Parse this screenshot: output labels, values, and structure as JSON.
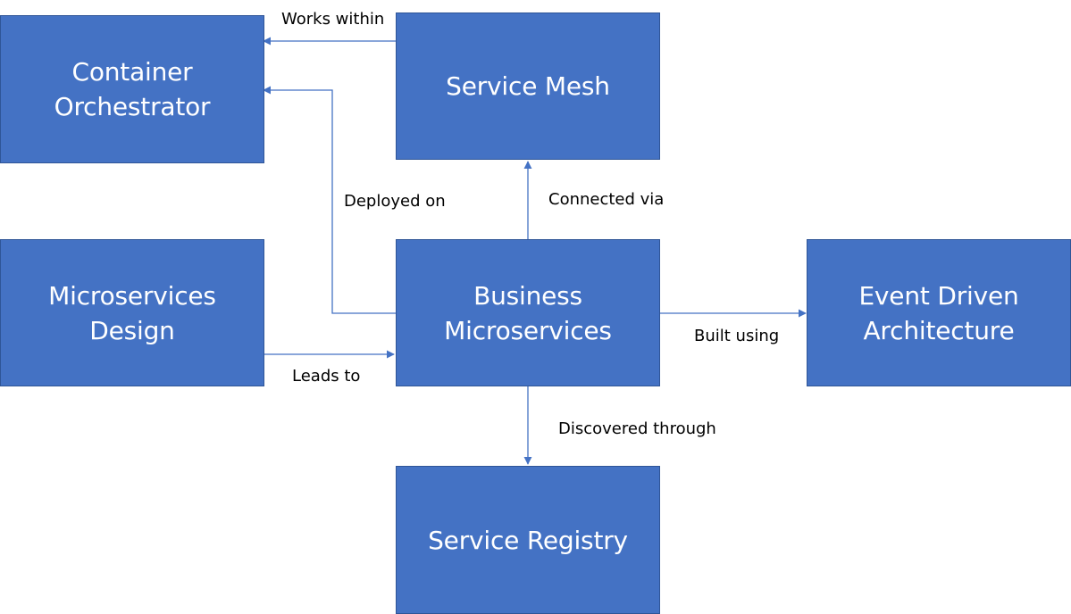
{
  "colors": {
    "box_fill": "#4472c4",
    "box_border": "#2f5597",
    "edge": "#4472c4",
    "box_text": "#ffffff",
    "edge_label_text": "#000000"
  },
  "nodes": {
    "container_orchestrator": "Container\nOrchestrator",
    "service_mesh": "Service Mesh",
    "microservices_design": "Microservices\nDesign",
    "business_microservices": "Business\nMicroservices",
    "event_driven_architecture": "Event Driven\nArchitecture",
    "service_registry": "Service Registry"
  },
  "edges": {
    "works_within": "Works within",
    "deployed_on": "Deployed on",
    "connected_via": "Connected via",
    "leads_to": "Leads to",
    "built_using": "Built using",
    "discovered_through": "Discovered through"
  }
}
